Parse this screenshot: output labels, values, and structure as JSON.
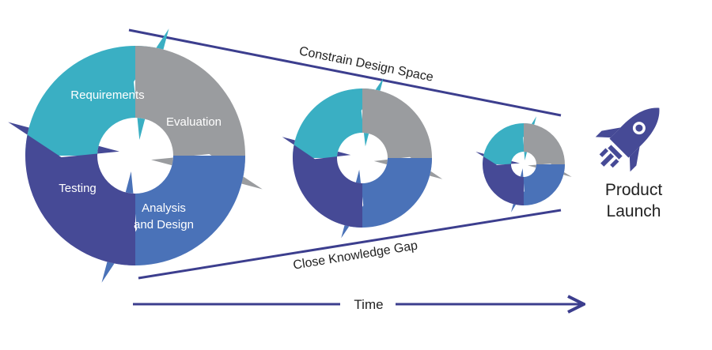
{
  "colors": {
    "teal": "#3AAFC3",
    "gray": "#9A9C9F",
    "blue": "#4A72B8",
    "indigo": "#464A96",
    "line": "#3C3E8E"
  },
  "cycle": {
    "requirements": "Requirements",
    "evaluation": "Evaluation",
    "analysis_line1": "Analysis",
    "analysis_line2": "and Design",
    "testing": "Testing"
  },
  "funnel": {
    "top_label": "Constrain Design Space",
    "bottom_label": "Close Knowledge Gap"
  },
  "launch": {
    "icon": "rocket-icon",
    "line1": "Product",
    "line2": "Launch"
  },
  "time_label": "Time"
}
